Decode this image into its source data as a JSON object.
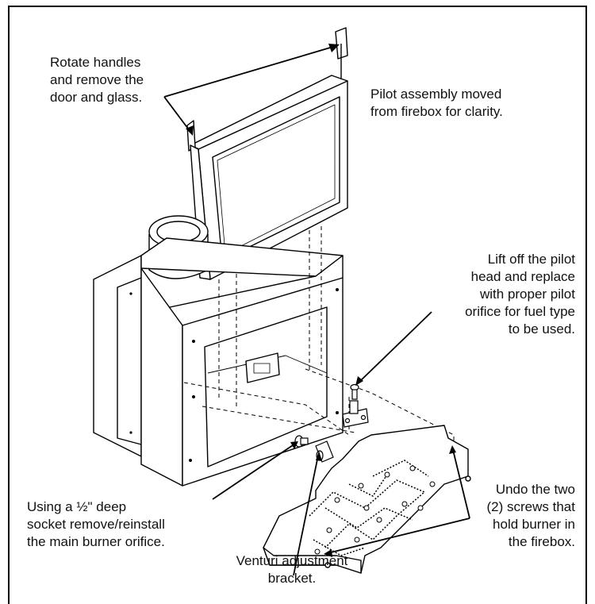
{
  "callouts": {
    "rotate_handles": "Rotate handles\nand remove the\ndoor and glass.",
    "pilot_moved": "Pilot assembly moved\nfrom firebox for clarity.",
    "lift_pilot": "Lift off the pilot\nhead and replace\nwith proper pilot\norifice for fuel type\nto be used.",
    "deep_socket": "Using a ½\" deep\nsocket remove/reinstall\nthe main burner orifice.",
    "venturi": "Venturi adjustment\nbracket.",
    "undo_screws": "Undo the two\n(2) screws that\nhold burner in\nthe firebox."
  }
}
